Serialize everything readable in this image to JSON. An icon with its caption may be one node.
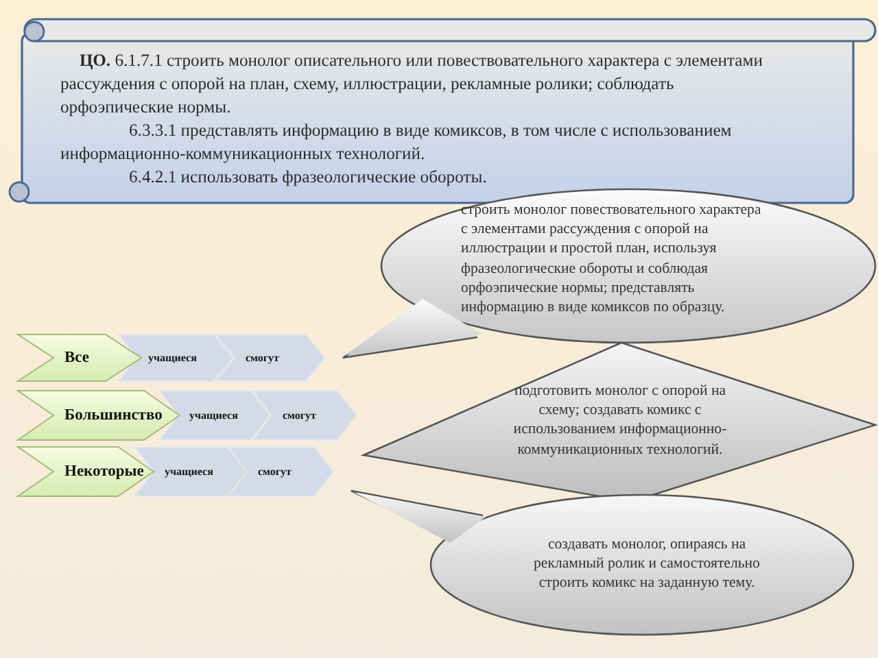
{
  "diagram": {
    "nodes": [
      {
        "text": [
          "**ЦО.** 6.1.7.1 строить монолог описательного или повествовательного характера с элементами рассуждения с опорой на план, схему, иллюстрации, рекламные ролики; соблюдать орфоэпические нормы.",
          "6.3.3.1 представлять информацию в виде комиксов, в том числе с использованием информационно-коммуникационных технологий.",
          "6.4.2.1 использовать фразеологические обороты."
        ]
      },
      {
        "text": [
          "строить монолог повествовательного характера с элементами рассуждения с опорой на иллюстрации и простой план, используя фразеологические обороты и соблюдая орфоэпические нормы; представлять информацию в виде комиксов по образцу."
        ]
      },
      {
        "text": [
          "Все"
        ]
      },
      {
        "text": [
          "учащиеся"
        ]
      },
      {
        "text": [
          "смогут"
        ]
      },
      {
        "text": [
          "подготовить монолог с опорой на схему; создавать комикс с использованием информационно-коммуникационных технологий."
        ]
      },
      {
        "text": [
          "Большинство"
        ]
      },
      {
        "text": [
          "учащиеся"
        ]
      },
      {
        "text": [
          "смогут"
        ]
      },
      {
        "text": [
          "Некоторые"
        ]
      },
      {
        "text": [
          "учащиеся"
        ]
      },
      {
        "text": [
          "смогут"
        ]
      },
      {
        "text": [
          "создавать монолог, опираясь на рекламный ролик и самостоятельно строить комикс на заданную тему."
        ]
      }
    ]
  }
}
